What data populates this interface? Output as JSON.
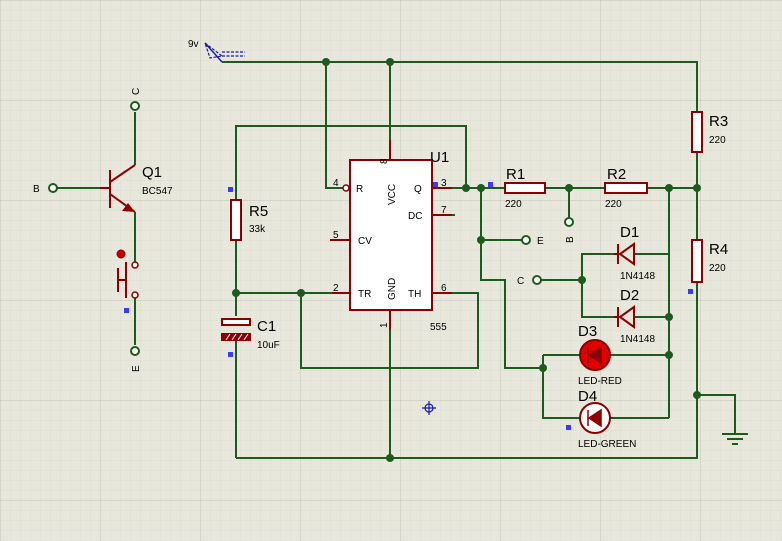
{
  "power": {
    "label": "9v"
  },
  "q1": {
    "ref": "Q1",
    "value": "BC547",
    "pin_b": "B",
    "pin_c": "C",
    "pin_e": "E"
  },
  "u1": {
    "ref": "U1",
    "value": "555",
    "pins": {
      "r": "R",
      "vcc": "VCC",
      "q": "Q",
      "dc": "DC",
      "cv": "CV",
      "tr": "TR",
      "gnd": "GND",
      "th": "TH",
      "n4": "4",
      "n8": "8",
      "n3": "3",
      "n7": "7",
      "n5": "5",
      "n2": "2",
      "n6": "6",
      "n1": "1"
    }
  },
  "r1": {
    "ref": "R1",
    "value": "220"
  },
  "r2": {
    "ref": "R2",
    "value": "220"
  },
  "r3": {
    "ref": "R3",
    "value": "220"
  },
  "r4": {
    "ref": "R4",
    "value": "220"
  },
  "r5": {
    "ref": "R5",
    "value": "33k"
  },
  "c1": {
    "ref": "C1",
    "value": "10uF"
  },
  "d1": {
    "ref": "D1",
    "value": "1N4148"
  },
  "d2": {
    "ref": "D2",
    "value": "1N4148"
  },
  "d3": {
    "ref": "D3",
    "value": "LED-RED"
  },
  "d4": {
    "ref": "D4",
    "value": "LED-GREEN"
  },
  "terminals": {
    "e": "E",
    "b": "B",
    "c": "C"
  },
  "colors": {
    "background": "#e7e7dc",
    "grid": "#cfcfc4",
    "wire": "#1d5b1d",
    "component": "#8b0000",
    "led_red": "#e00000",
    "marker": "#3a3aff"
  }
}
